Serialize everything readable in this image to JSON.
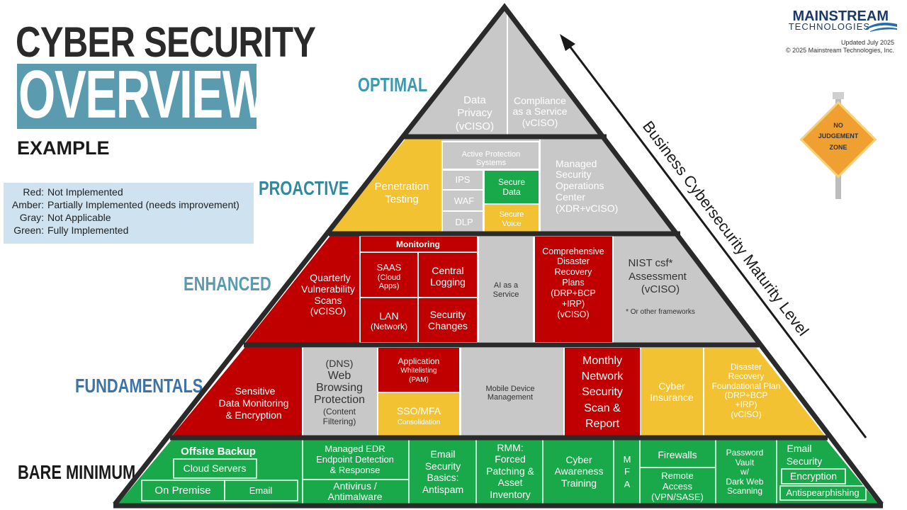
{
  "header": {
    "title_line1": "CYBER SECURITY",
    "title_line2": "OVERVIEW",
    "subtitle": "EXAMPLE"
  },
  "brand": {
    "name_line1": "MAINSTREAM",
    "name_line2": "TECHNOLOGIES",
    "updated": "Updated July 2025",
    "copyright": "© 2025 Mainstream Technologies, Inc."
  },
  "legend": [
    {
      "key": "Red:",
      "value": "Not Implemented"
    },
    {
      "key": "Amber:",
      "value": "Partially Implemented (needs improvement)"
    },
    {
      "key": "Gray:",
      "value": "Not Applicable"
    },
    {
      "key": "Green:",
      "value": "Fully Implemented"
    }
  ],
  "levels": {
    "optimal": "OPTIMAL",
    "proactive": "PROACTIVE",
    "enhanced": "ENHANCED",
    "fundamentals": "FUNDAMENTALS",
    "bare_minimum": "BARE MINIMUM"
  },
  "arrow_label": "Business Cybersecurity Maturity Level",
  "sign": {
    "line1": "NO",
    "line2": "JUDGEMENT",
    "line3": "ZONE"
  },
  "colors": {
    "red": "#c00000",
    "amber": "#f2c232",
    "gray": "#c8c8c8",
    "green": "#19a84a",
    "optimal_label": "#3b9ab0",
    "proactive_label": "#2f8a9e",
    "enhanced_label": "#5b9bb0",
    "fundamentals_label": "#3e73a5",
    "bare_label": "#1a1a1a"
  },
  "tiers": {
    "optimal": {
      "data_privacy": [
        "Data",
        "Privacy",
        "(vCISO)"
      ],
      "compliance": [
        "Compliance",
        "as a Service",
        "(vCISO)"
      ]
    },
    "proactive": {
      "pen_testing": [
        "Penetration",
        "Testing"
      ],
      "active_protection": [
        "Active Protection",
        "Systems"
      ],
      "ips": "IPS",
      "waf": "WAF",
      "dlp": "DLP",
      "secure_data": [
        "Secure",
        "Data"
      ],
      "secure_voice": [
        "Secure",
        "Voice"
      ],
      "msoc": [
        "Managed",
        "Security",
        "Operations",
        "Center",
        "(XDR+vCISO)"
      ]
    },
    "enhanced": {
      "vuln_scans": [
        "Quarterly",
        "Vulnerability",
        "Scans",
        "(vCISO)"
      ],
      "monitoring": "Monitoring",
      "saas": [
        "SAAS",
        "(Cloud",
        "Apps)"
      ],
      "central_logging": [
        "Central",
        "Logging"
      ],
      "lan": [
        "LAN",
        "(Network)"
      ],
      "security_changes": [
        "Security",
        "Changes"
      ],
      "ai_service": [
        "AI as a",
        "Service"
      ],
      "cdrp": [
        "Comprehensive",
        "Disaster",
        "Recovery",
        "Plans",
        "(DRP+BCP",
        "+IRP)",
        "(vCISO)"
      ],
      "nist": [
        "NIST csf*",
        "Assessment",
        "(vCISO)"
      ],
      "nist_note": "* Or other frameworks"
    },
    "fundamentals": {
      "sensitive": [
        "Sensitive",
        "Data Monitoring",
        "& Encryption"
      ],
      "web": [
        "(DNS)",
        "Web",
        "Browsing",
        "Protection",
        "(Content",
        "Filtering)"
      ],
      "app_whitelisting": [
        "Application",
        "Whitelisting",
        "(PAM)"
      ],
      "sso": [
        "SSO/MFA",
        "Consolidation"
      ],
      "mdm": [
        "Mobile Device",
        "Management"
      ],
      "monthly_scan": [
        "Monthly",
        "Network",
        "Security",
        "Scan &",
        "Report"
      ],
      "cyber_insurance": [
        "Cyber",
        "Insurance"
      ],
      "drfp": [
        "Disaster",
        "Recovery",
        "Foundational Plan",
        "(DRP+BCP",
        "+IRP)",
        "(vCISO)"
      ]
    },
    "bare": {
      "offsite_backup": "Offsite Backup",
      "cloud_servers": "Cloud Servers",
      "on_premise": "On Premise",
      "email": "Email",
      "edr": [
        "Managed EDR",
        "Endpoint Detection",
        "& Response"
      ],
      "antivirus": [
        "Antivirus /",
        "Antimalware"
      ],
      "email_basics": [
        "Email",
        "Security",
        "Basics:",
        "Antispam"
      ],
      "rmm": [
        "RMM:",
        "Forced",
        "Patching &",
        "Asset",
        "Inventory"
      ],
      "awareness": [
        "Cyber",
        "Awareness",
        "Training"
      ],
      "mfa": [
        "M",
        "F",
        "A"
      ],
      "firewalls": "Firewalls",
      "remote_access": [
        "Remote",
        "Access",
        "(VPN/SASE)"
      ],
      "password_vault": [
        "Password",
        "Vault",
        "w/",
        "Dark Web",
        "Scanning"
      ],
      "email_security": [
        "Email",
        "Security"
      ],
      "encryption": "Encryption",
      "antispearphishing": "Antispearphishing"
    }
  }
}
